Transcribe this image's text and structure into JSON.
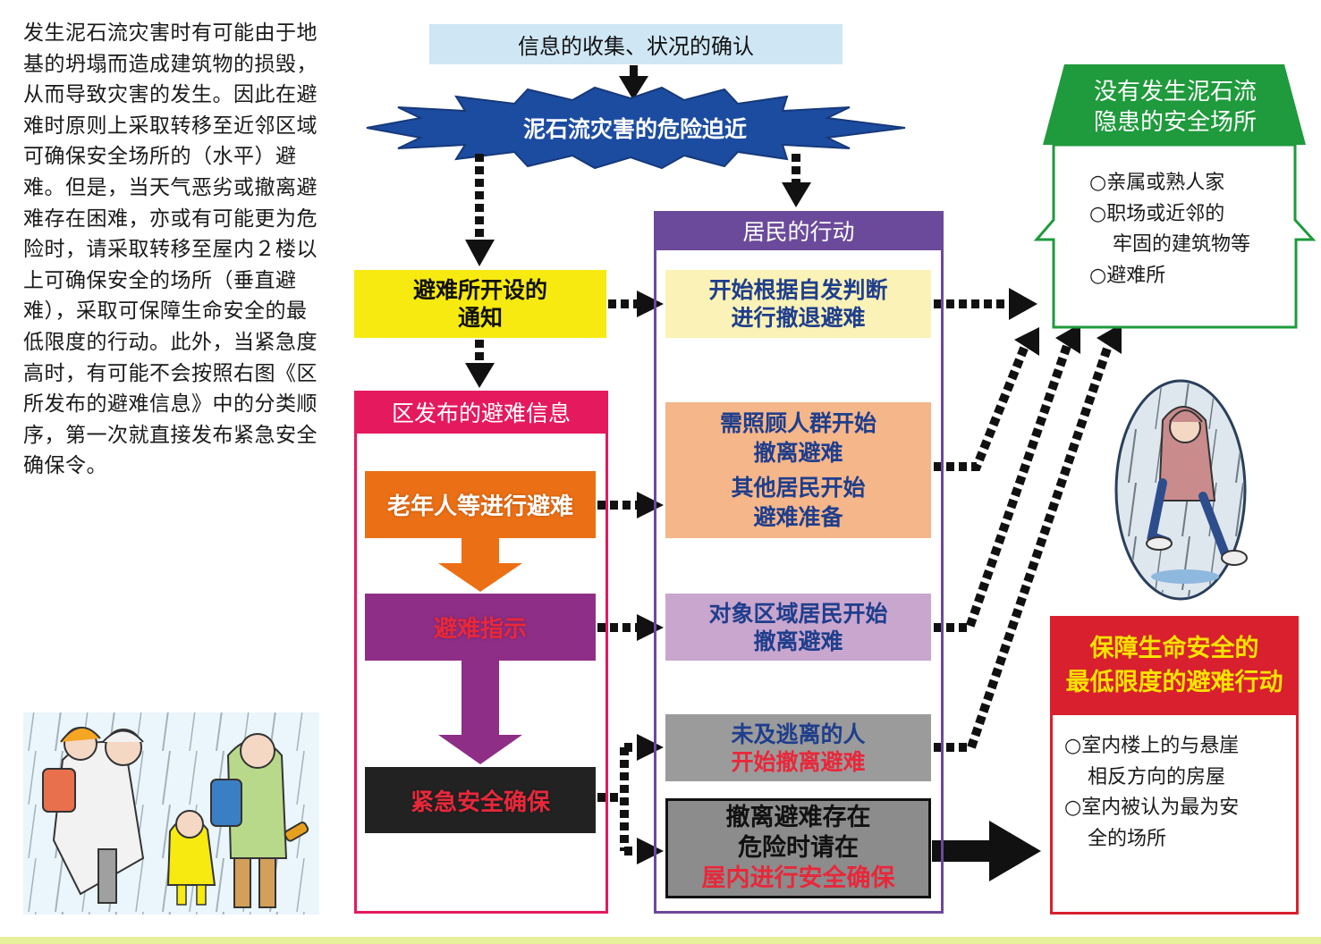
{
  "intro": {
    "paragraph": "发生泥石流灾害时有可能由于地基的坍塌而造成建筑物的损毁，从而导致灾害的发生。因此在避难时原则上采取转移至近邻区域可确保安全场所的（水平）避难。但是，当天气恶劣或撤离避难存在困难，亦或有可能更为危险时，请采取转移至屋内２楼以上可确保安全的场所（垂直避难），采取可保障生命安全的最低限度的行动。此外，当紧急度高时，有可能不会按照右图《区所发布的避难信息》中的分类顺序，第一次就直接发布紧急安全确保令。"
  },
  "flow": {
    "info": "信息的收集、状况的确认",
    "danger": "泥石流灾害的危险迫近",
    "shelter_notice": {
      "line1": "避难所开设的",
      "line2": "通知"
    },
    "ward": {
      "header": "区发布的避难信息",
      "level1": "老年人等进行避难",
      "level2": "避难指示",
      "level3": "紧急安全确保"
    },
    "residents": {
      "header": "居民的行动",
      "act1": {
        "line1": "开始根据自发判断",
        "line2": "进行撤退避难"
      },
      "act2": {
        "line1": "需照顾人群开始",
        "line2": "撤离避难",
        "line3": "其他居民开始",
        "line4": "避难准备"
      },
      "act3": {
        "line1": "对象区域居民开始",
        "line2": "撤离避难"
      },
      "act4": {
        "line1": "未及逃离的人",
        "line2": "开始撤离避难"
      },
      "act5": {
        "line1": "撤离避难存在",
        "line2": "危险时请在",
        "line3": "屋内进行安全确保"
      }
    }
  },
  "safe_place": {
    "title_line1": "没有发生泥石流",
    "title_line2": "隐患的安全场所",
    "item1": "○亲属或熟人家",
    "item2": "○职场或近邻的",
    "item2b": "牢固的建筑物等",
    "item3": "○避难所"
  },
  "minimum_action": {
    "title_line1": "保障生命安全的",
    "title_line2": "最低限度的避难行动",
    "item1": "○室内楼上的与悬崖",
    "item1b": "相反方向的房屋",
    "item2": "○室内被认为最为安",
    "item2b": "全的场所"
  },
  "colors": {
    "info_bg": "#cfe6f5",
    "burst": "#1c4ca0",
    "notice": "#f7ea10",
    "ward": "#e5195e",
    "level1": "#eb6f14",
    "level2": "#8e2e87",
    "level3": "#222222",
    "residents": "#6b4a9b",
    "safe_green": "#1f9a3c",
    "minimum_red": "#d9202e"
  }
}
